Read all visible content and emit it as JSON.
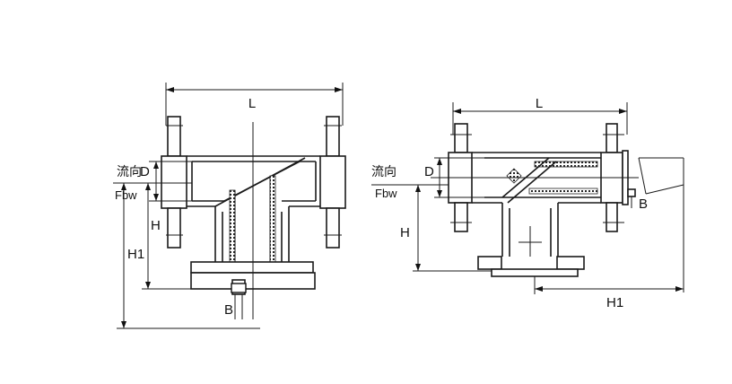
{
  "left_view": {
    "dim_length": "L",
    "flow_label": "流向",
    "dim_diameter": "D",
    "flow_code": "Fbw",
    "dim_height": "H",
    "dim_height_total": "H1",
    "dim_drain": "B"
  },
  "right_view": {
    "dim_length": "L",
    "flow_label": "流向",
    "dim_diameter": "D",
    "flow_code": "Fbw",
    "dim_height": "H",
    "dim_drain": "B",
    "dim_height_total": "H1"
  }
}
